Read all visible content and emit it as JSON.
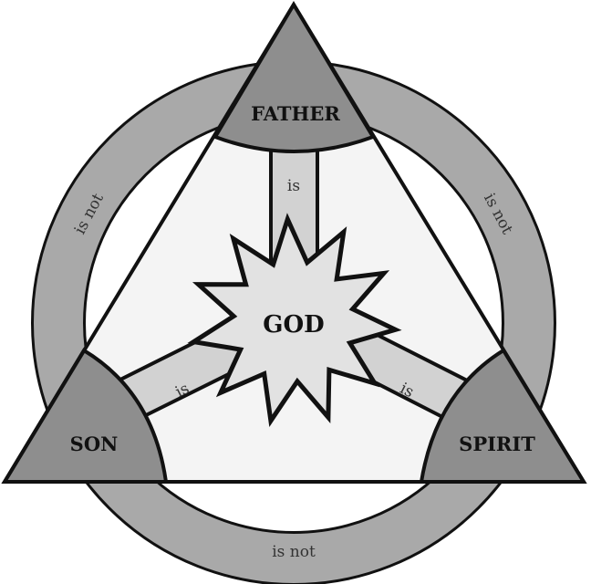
{
  "labels": {
    "top": "FATHER",
    "left": "SON",
    "right": "SPIRIT",
    "center": "GOD"
  },
  "relations": {
    "is_father": "is",
    "is_son": "is",
    "is_spirit": "is",
    "not_left": "is not",
    "not_right": "is not",
    "not_bottom": "is not"
  },
  "colors": {
    "ring": "#a9a9a9",
    "corner": "#8e8e8e",
    "band": "#d2d2d2",
    "star": "#e2e2e2",
    "interior": "#f4f4f4"
  }
}
